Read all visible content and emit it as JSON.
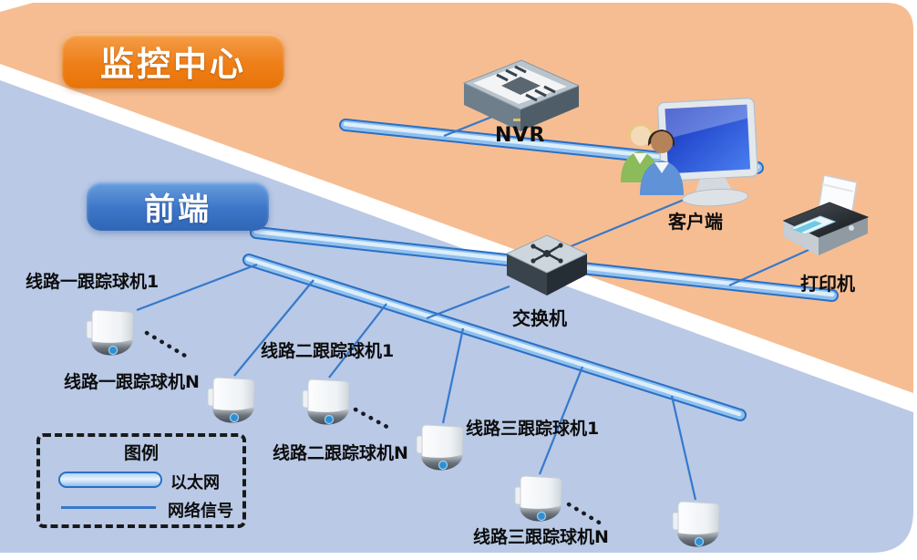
{
  "zones": {
    "monitoring_center": {
      "label": "监控中心",
      "badge_color": "#ee7f18",
      "bg_color": "#f6bd92"
    },
    "front_end": {
      "label": "前端",
      "badge_color": "#3d76c8",
      "bg_color": "#b9c9e6"
    }
  },
  "devices": {
    "nvr": {
      "label": "NVR"
    },
    "client": {
      "label": "客户端"
    },
    "printer": {
      "label": "打印机"
    },
    "switch": {
      "label": "交换机"
    }
  },
  "cameras": [
    {
      "label": "线路一跟踪球机1"
    },
    {
      "label": "线路一跟踪球机N"
    },
    {
      "label": "线路二跟踪球机1"
    },
    {
      "label": "线路二跟踪球机N"
    },
    {
      "label": "线路三跟踪球机1"
    },
    {
      "label": "线路三跟踪球机N"
    }
  ],
  "legend": {
    "title": "图例",
    "items": [
      {
        "name": "ethernet",
        "label": "以太网"
      },
      {
        "name": "network-signal",
        "label": "网络信号"
      }
    ]
  },
  "colors": {
    "ethernet_stroke": "#2a6fc5",
    "signal_line": "#3579cc",
    "label_text": "#0d0d0d"
  }
}
